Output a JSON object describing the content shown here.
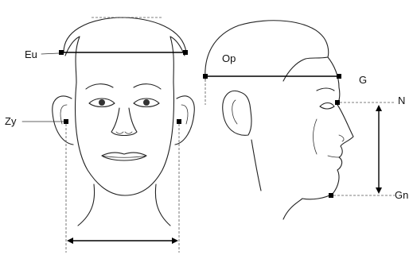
{
  "landmarks": {
    "eu": "Eu",
    "zy": "Zy",
    "op": "Op",
    "g": "G",
    "n": "N",
    "gn": "Gn"
  },
  "colors": {
    "line": "#222222",
    "marker": "#000000",
    "background": "#ffffff"
  }
}
